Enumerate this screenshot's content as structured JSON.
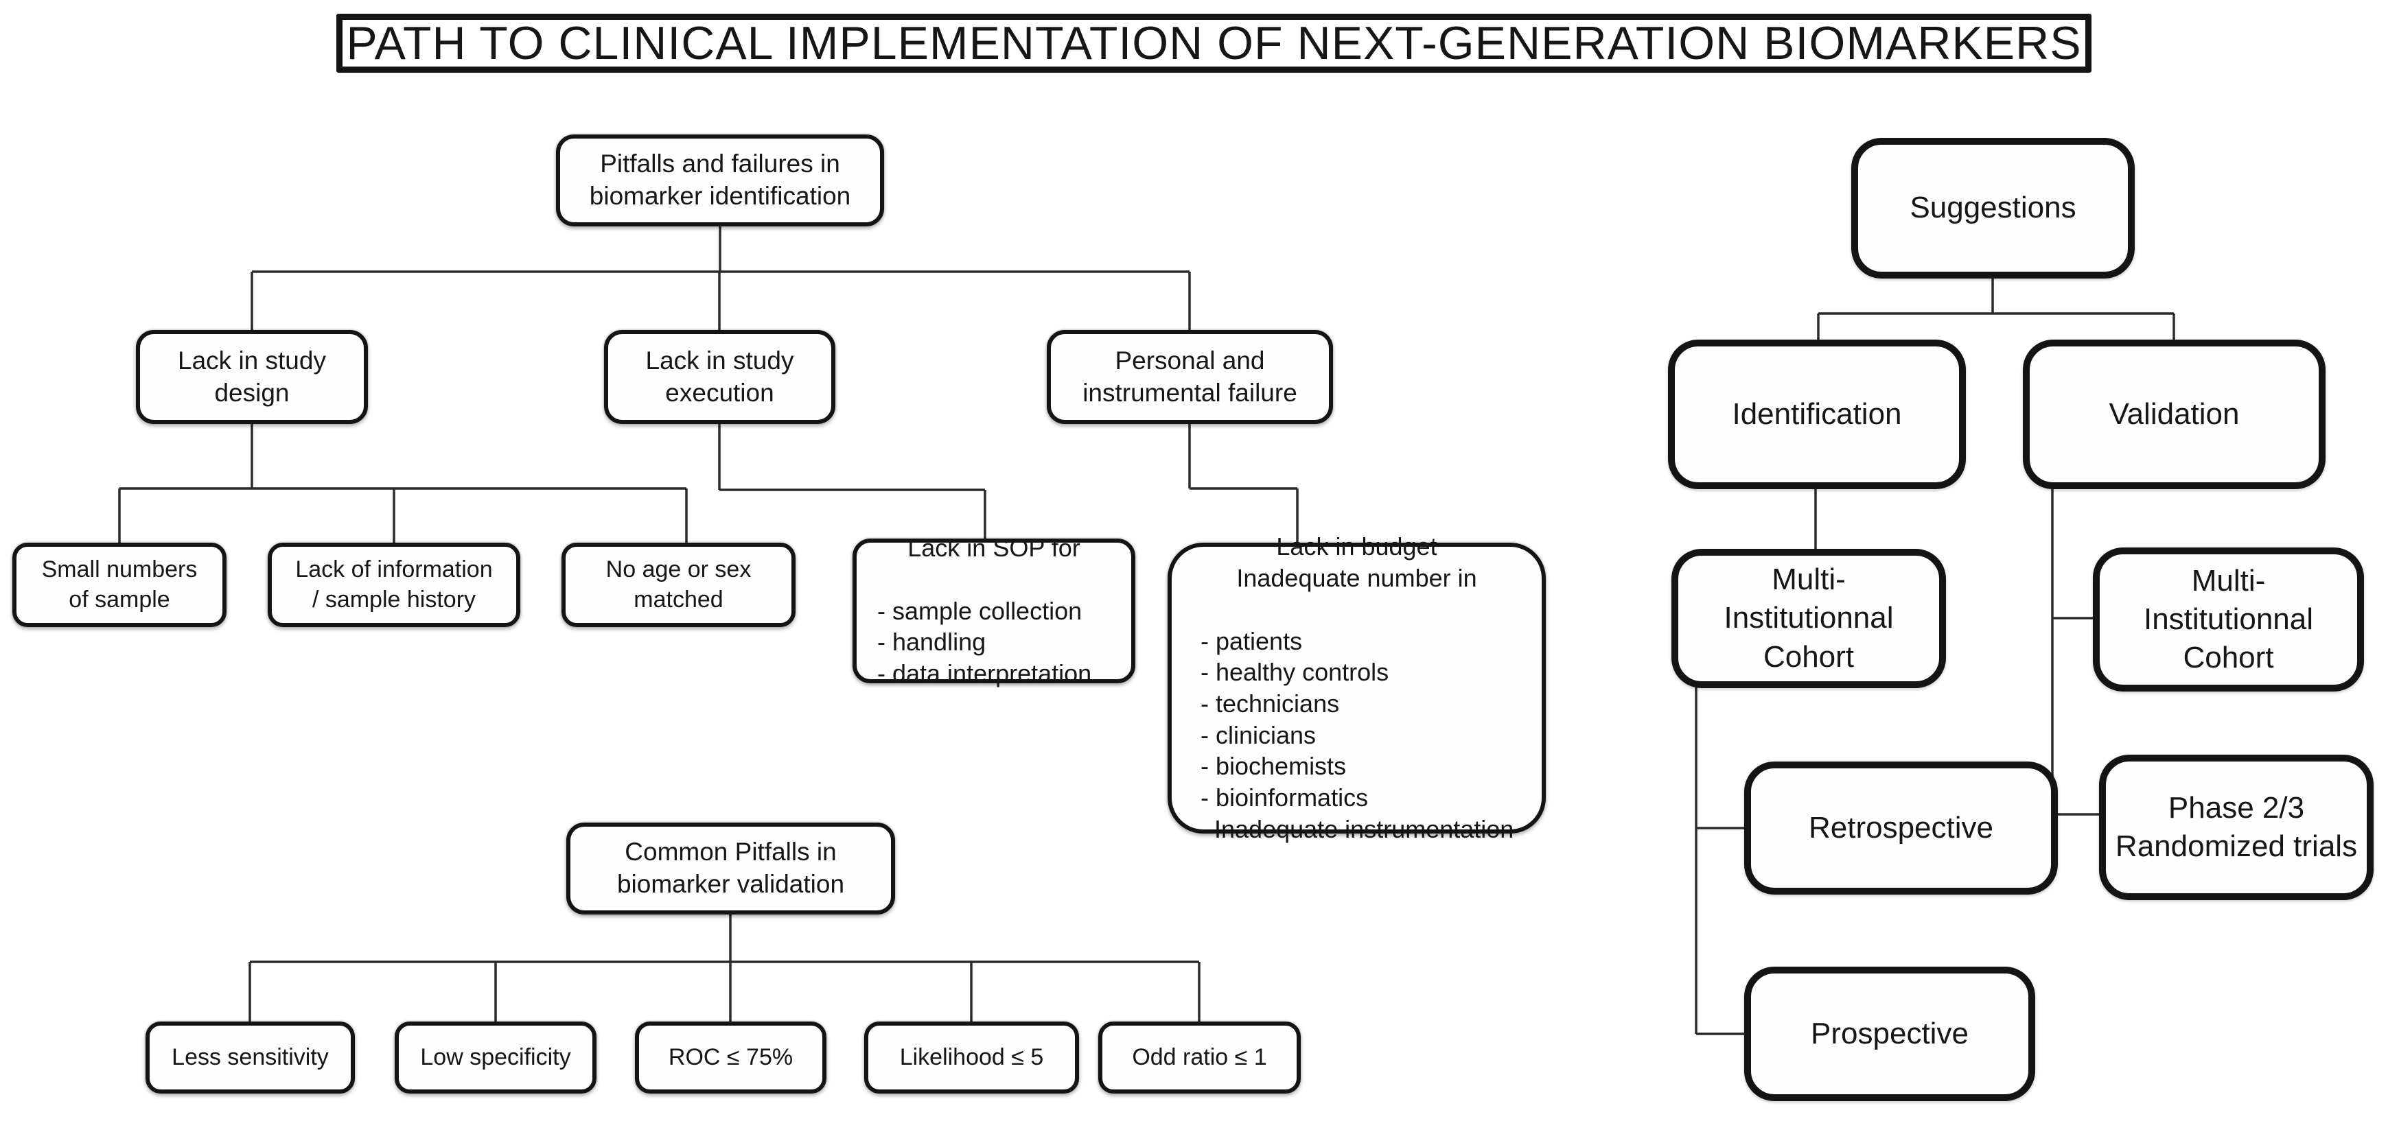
{
  "figure_title": "PATH TO CLINICAL IMPLEMENTATION OF NEXT-GENERATION BIOMARKERS",
  "pitfalls_tree": {
    "root": [
      "Pitfalls and failures in",
      "biomarker identification"
    ],
    "causes": [
      {
        "label": [
          "Lack in study",
          "design"
        ]
      },
      {
        "label": [
          "Lack in study",
          "execution"
        ]
      },
      {
        "label": [
          "Personal and",
          "instrumental failure"
        ]
      }
    ],
    "details": [
      {
        "label": [
          "Small numbers",
          "of sample"
        ]
      },
      {
        "label": [
          "Lack of information",
          "/ sample history"
        ]
      },
      {
        "label": [
          "No age or sex",
          "matched"
        ]
      },
      {
        "heading": [
          "Lack in SOP for"
        ],
        "items": [
          "- sample collection",
          "- handling",
          "- data interpretation"
        ]
      },
      {
        "heading": [
          "Lack in budget",
          "Inadequate number in"
        ],
        "items": [
          "- patients",
          "- healthy controls",
          "- technicians",
          "- clinicians",
          "- biochemists",
          "- bioinformatics",
          "  Inadequate instrumentation"
        ]
      }
    ]
  },
  "validation_tree": {
    "root": [
      "Common Pitfalls in",
      "biomarker validation"
    ],
    "pitfalls": [
      "Less sensitivity",
      "Low specificity",
      "ROC ≤ 75%",
      "Likelihood ≤ 5",
      "Odd ratio ≤ 1"
    ]
  },
  "suggestions_tree": {
    "root": "Suggestions",
    "identification": {
      "label": "Identification",
      "cohort": [
        "Multi-",
        "Institutionnal",
        "Cohort"
      ],
      "children": [
        "Retrospective",
        "Prospective"
      ]
    },
    "validation": {
      "label": "Validation",
      "cohort": [
        "Multi-",
        "Institutionnal",
        "Cohort"
      ],
      "trials": [
        "Phase 2/3",
        "Randomized trials"
      ]
    }
  }
}
